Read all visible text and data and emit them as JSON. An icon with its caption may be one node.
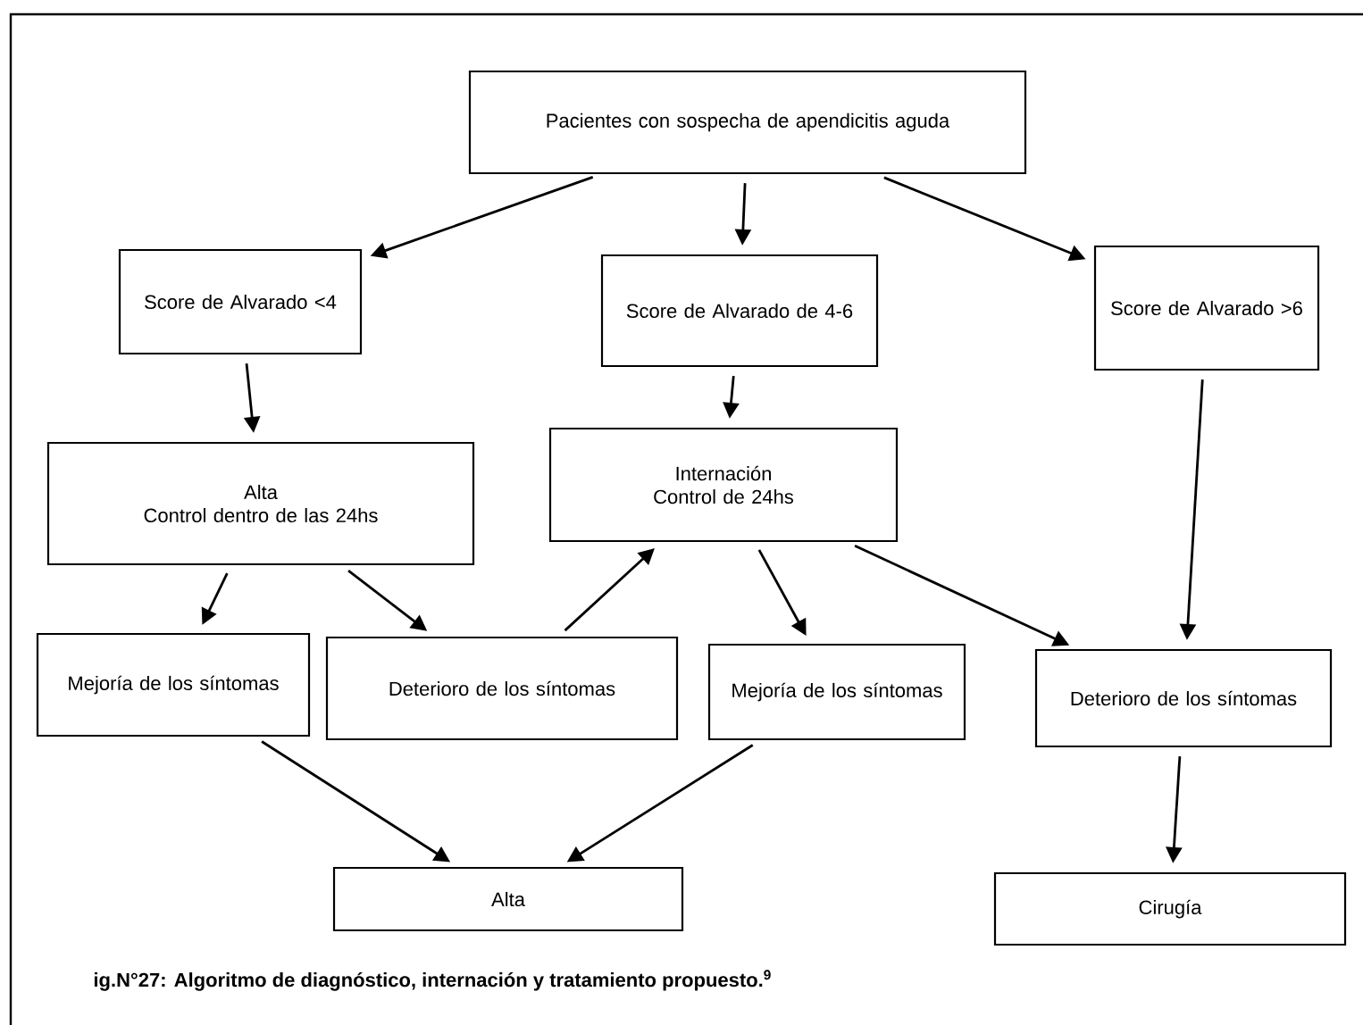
{
  "diagram": {
    "caption": "ig.N°27: Algoritmo de diagnóstico, internación y tratamiento propuesto.$^{9}$",
    "nodes": [
      {
        "text": [
          "Pacientes con sospecha de apendicitis aguda"
        ]
      },
      {
        "text": [
          "Score de Alvarado <4"
        ]
      },
      {
        "text": [
          "Score de Alvarado de 4-6"
        ]
      },
      {
        "text": [
          "Score de Alvarado >6"
        ]
      },
      {
        "text": [
          "Alta",
          "Control dentro de las 24hs"
        ]
      },
      {
        "text": [
          "Internación",
          "Control de 24hs"
        ]
      },
      {
        "text": [
          "Mejoría de los síntomas"
        ]
      },
      {
        "text": [
          "Deterioro de los síntomas"
        ]
      },
      {
        "text": [
          "Mejoría de los síntomas"
        ]
      },
      {
        "text": [
          "Deterioro de los síntomas"
        ]
      },
      {
        "text": [
          "Alta"
        ]
      },
      {
        "text": [
          "Cirugía"
        ]
      }
    ],
    "edges": [
      {
        "from": 0,
        "to": 1,
        "arrow": "to"
      },
      {
        "from": 0,
        "to": 2,
        "arrow": "to"
      },
      {
        "from": 0,
        "to": 3,
        "arrow": "to"
      },
      {
        "from": 1,
        "to": 4,
        "arrow": "to"
      },
      {
        "from": 2,
        "to": 5,
        "arrow": "to"
      },
      {
        "from": 3,
        "to": 9,
        "arrow": "to"
      },
      {
        "from": 4,
        "to": 6,
        "arrow": "to"
      },
      {
        "from": 4,
        "to": 7,
        "arrow": "to"
      },
      {
        "from": 7,
        "to": 5,
        "arrow": "to"
      },
      {
        "from": 5,
        "to": 8,
        "arrow": "to"
      },
      {
        "from": 5,
        "to": 9,
        "arrow": "to"
      },
      {
        "from": 6,
        "to": 10,
        "arrow": "to"
      },
      {
        "from": 8,
        "to": 10,
        "arrow": "to"
      },
      {
        "from": 9,
        "to": 11,
        "arrow": "to"
      }
    ]
  }
}
